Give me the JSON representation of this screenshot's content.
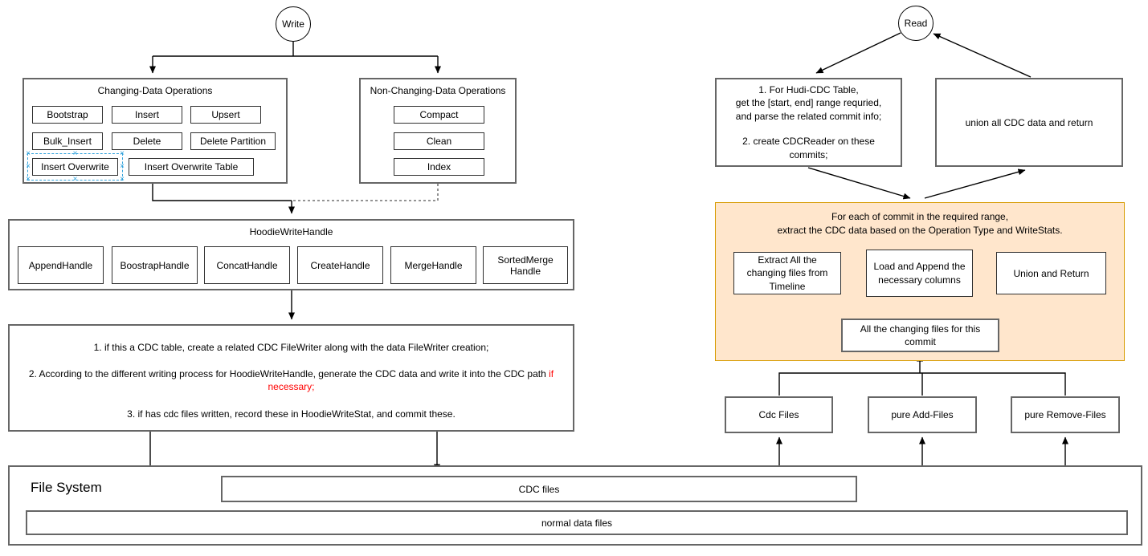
{
  "write_flow": {
    "start_label": "Write",
    "changing_ops": {
      "title": "Changing-Data Operations",
      "ops": [
        "Bootstrap",
        "Insert",
        "Upsert",
        "Bulk_Insert",
        "Delete",
        "Delete Partition",
        "Insert  Overwrite",
        "Insert  Overwrite Table"
      ]
    },
    "non_changing_ops": {
      "title": "Non-Changing-Data Operations",
      "ops": [
        "Compact",
        "Clean",
        "Index"
      ]
    },
    "write_handle": {
      "title": "HoodieWriteHandle",
      "handles": [
        "AppendHandle",
        "BoostrapHandle",
        "ConcatHandle",
        "CreateHandle",
        "MergeHandle",
        "SortedMerge\nHandle"
      ]
    },
    "steps": {
      "step1": "1. if this a CDC table, create a related CDC FileWriter along with the data FileWriter creation;",
      "step2_prefix": "2. According to the different writing process for HoodieWriteHandle, generate the CDC data and write it into the CDC path ",
      "step2_highlight": "if necessary;",
      "step3": "3. if has cdc files written, record these in HoodieWriteStat, and commit these.",
      "highlight_color": "#ff0000"
    }
  },
  "read_flow": {
    "start_label": "Read",
    "prepare_box": {
      "part1": "1. For Hudi-CDC Table,\nget the [start, end] range requried,\nand parse the related commit info;",
      "part2": "2. create CDCReader on these\ncommits;"
    },
    "union_box": "union all CDC data and return",
    "per_commit": {
      "title": "For each of commit in the required range,\nextract the CDC data based on the Operation Type and WriteStats.",
      "extract_box": "Extract All the\nchanging files from\nTimeline",
      "load_box": "Load and Append the\nnecessary columns",
      "union_box": "Union and Return",
      "commit_files_box": "All the changing files for this\ncommit",
      "fill_color": "#ffe6cc",
      "border_color": "#d79b00"
    },
    "file_type_boxes": [
      "Cdc Files",
      "pure Add-Files",
      "pure Remove-Files"
    ]
  },
  "file_system": {
    "title": "File System",
    "cdc_bar": "CDC files",
    "normal_bar": "normal data files"
  }
}
